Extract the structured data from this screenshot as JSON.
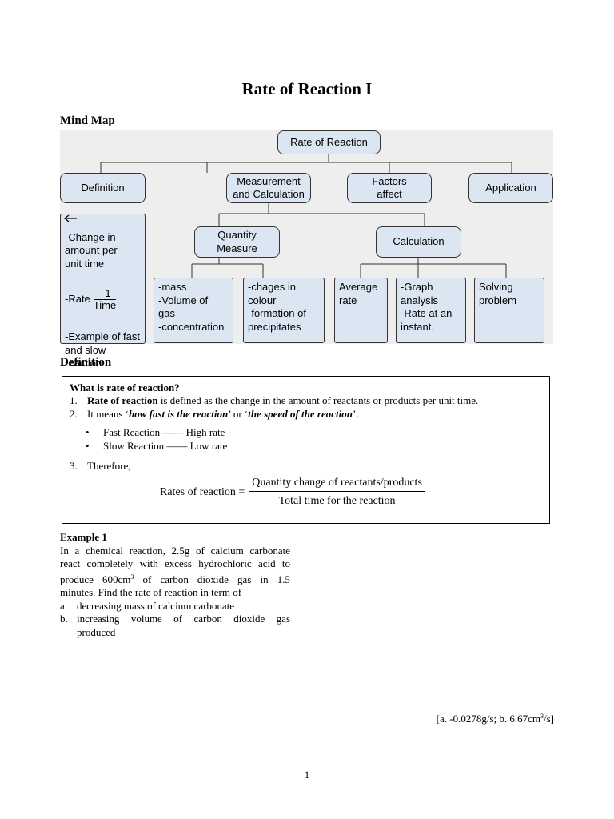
{
  "title": "Rate of Reaction I",
  "mind_map": {
    "heading": "Mind Map",
    "root": "Rate of Reaction",
    "branches": {
      "definition": "Definition",
      "measurement": "Measurement\nand Calculation",
      "factors": "Factors\naffect",
      "application": "Application"
    },
    "definition_detail": {
      "line1": "-Change in\n amount per\n unit time",
      "rate_prefix": "-Rate",
      "rate_num": "1",
      "rate_den": "Time",
      "line3": "-Example of fast\n and slow\n reaction"
    },
    "sub": {
      "quantity": "Quantity\nMeasure",
      "calculation": "Calculation"
    },
    "leaves": {
      "mass": "-mass\n-Volume of\n gas\n-concentration",
      "colour": "-chages in\n colour\n-formation of\n precipitates",
      "average": "Average\nrate",
      "graph": "-Graph\n analysis\n-Rate at an\n instant.",
      "solving": "Solving\nproblem"
    }
  },
  "definition": {
    "heading": "Definition",
    "question": "What is rate of reaction?",
    "item1_num": "1.",
    "item1_bold": "Rate of reaction",
    "item1_rest": " is defined as the change in the amount of reactants or products per unit time.",
    "item2_num": "2.",
    "item2_a": "It means ‘",
    "item2_b": "how fast is the reaction",
    "item2_c": "’ or ‘",
    "item2_d": "the speed of the reaction",
    "item2_e": "’.",
    "bullet1": "Fast Reaction —— High rate",
    "bullet2": "Slow Reaction —— Low rate",
    "item3_num": "3.",
    "item3": "Therefore,",
    "formula_lhs": "Rates of reaction =",
    "formula_num": "Quantity change of reactants/products",
    "formula_den": "Total time for the reaction"
  },
  "example": {
    "heading": "Example 1",
    "line1": "In a chemical reaction, 2.5g of calcium carbonate",
    "line2": "react completely with excess hydrochloric acid to",
    "line3a": "produce 600cm",
    "line3sup": "3",
    "line3b": " of carbon dioxide gas in 1.5",
    "line4": "minutes. Find the rate of reaction in term of",
    "a_label": "a.",
    "a_text": "decreasing mass of calcium carbonate",
    "b_label": "b.",
    "b_text": "increasing volume of carbon dioxide gas",
    "b_text2": "produced",
    "answer_a": "[a. -0.0278g/s; b. 6.67cm",
    "answer_sup": "3",
    "answer_b": "/s]"
  },
  "page_number": "1"
}
